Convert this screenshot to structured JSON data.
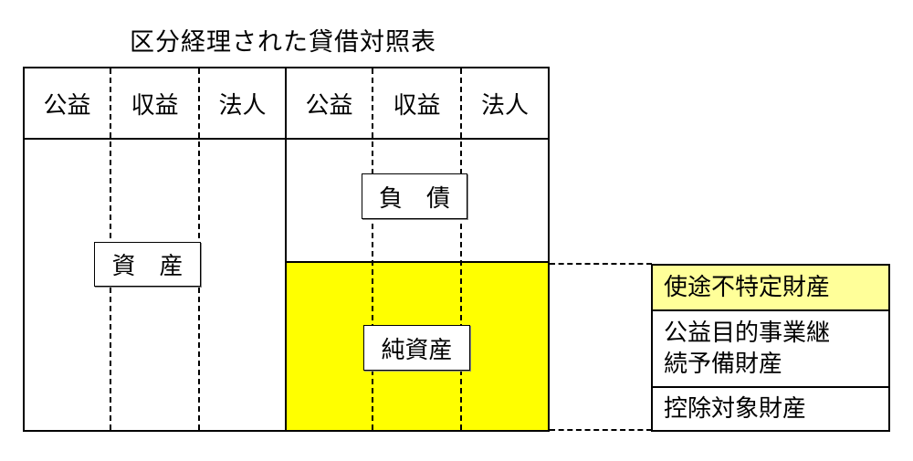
{
  "title": "区分経理された貸借対照表",
  "header": {
    "columns": [
      "公益",
      "収益",
      "法人",
      "公益",
      "収益",
      "法人"
    ]
  },
  "left": {
    "label": "資　産"
  },
  "right": {
    "liabilities_label": "負　債",
    "net_assets_label": "純資産"
  },
  "breakdown": {
    "items": [
      {
        "label": "使途不特定財産",
        "highlight": true
      },
      {
        "label": "公益目的事業継\n続予備財産",
        "highlight": false
      },
      {
        "label": "控除対象財産",
        "highlight": false
      }
    ]
  },
  "colors": {
    "net_assets_fill": "#ffff00",
    "highlight_fill": "#ffff99",
    "line": "#000000"
  }
}
